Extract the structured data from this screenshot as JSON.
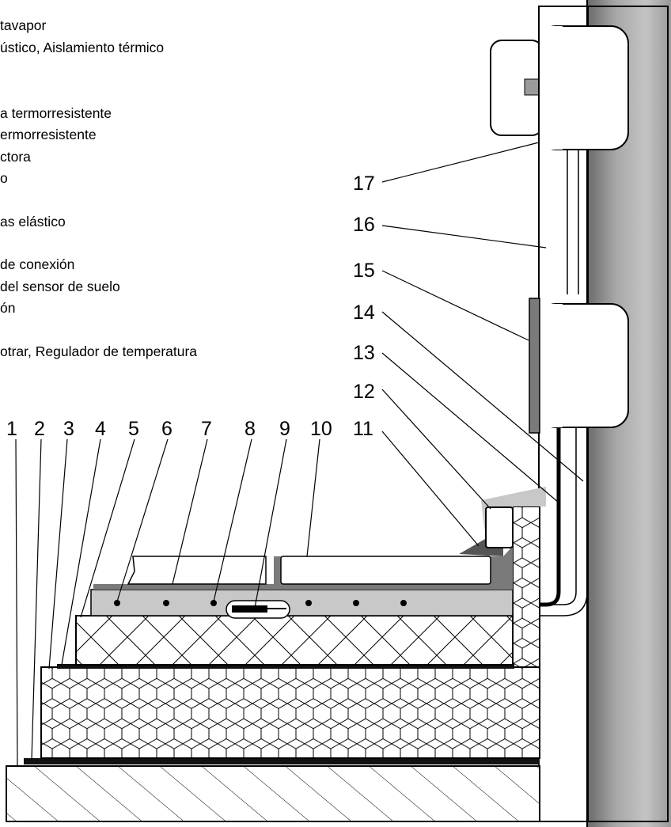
{
  "legend_lines": [
    "tavapor",
    "ústico, Aislamiento térmico",
    "a termorresistente",
    "ermorresistente",
    "ctora",
    "o",
    "as elástico",
    "de conexión",
    "del sensor de suelo",
    "ón",
    "otrar, Regulador de temperatura"
  ],
  "bottom_numbers": [
    "1",
    "2",
    "3",
    "4",
    "5",
    "6",
    "7",
    "8",
    "9",
    "10",
    "11"
  ],
  "side_numbers": [
    "17",
    "16",
    "15",
    "14",
    "13",
    "12"
  ]
}
